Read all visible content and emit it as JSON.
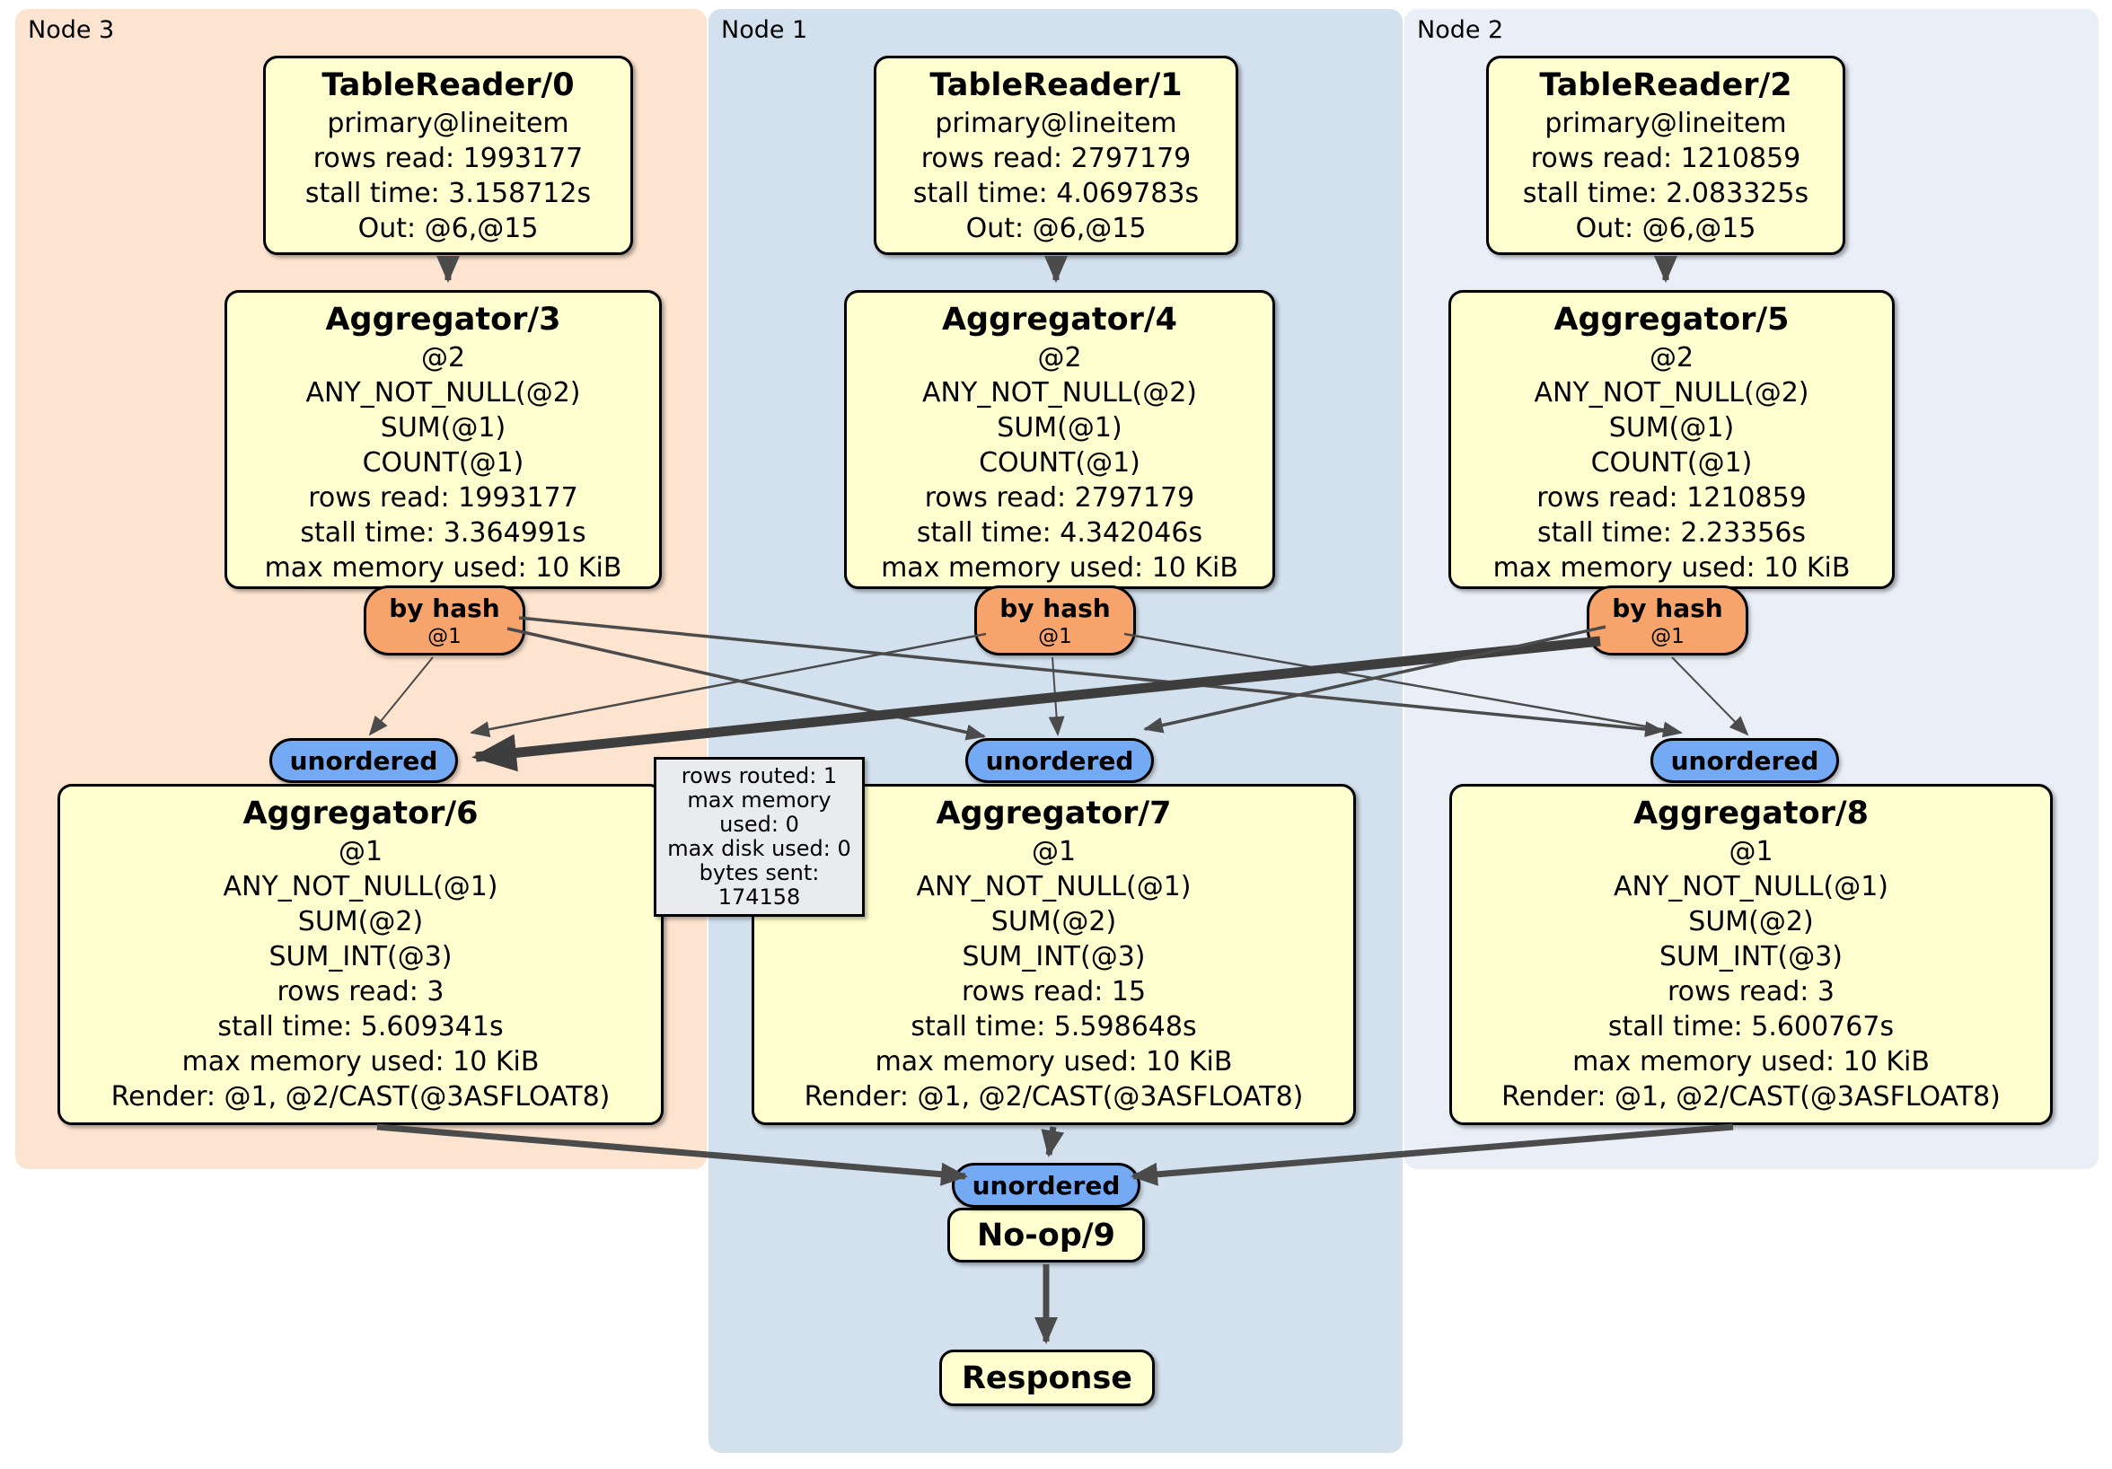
{
  "panels": [
    {
      "id": "node3",
      "label": "Node 3",
      "color": "#fde4d0"
    },
    {
      "id": "node1",
      "label": "Node 1",
      "color": "#d3e1ee"
    },
    {
      "id": "node2",
      "label": "Node 2",
      "color": "#e9eef7"
    }
  ],
  "nodes": {
    "tr0": {
      "title": "TableReader/0",
      "lines": [
        "primary@lineitem",
        "rows read: 1993177",
        "stall time: 3.158712s",
        "Out: @6,@15"
      ]
    },
    "tr1": {
      "title": "TableReader/1",
      "lines": [
        "primary@lineitem",
        "rows read: 2797179",
        "stall time: 4.069783s",
        "Out: @6,@15"
      ]
    },
    "tr2": {
      "title": "TableReader/2",
      "lines": [
        "primary@lineitem",
        "rows read: 1210859",
        "stall time: 2.083325s",
        "Out: @6,@15"
      ]
    },
    "ag3": {
      "title": "Aggregator/3",
      "lines": [
        "@2",
        "ANY_NOT_NULL(@2)",
        "SUM(@1)",
        "COUNT(@1)",
        "rows read: 1993177",
        "stall time: 3.364991s",
        "max memory used: 10 KiB"
      ]
    },
    "ag4": {
      "title": "Aggregator/4",
      "lines": [
        "@2",
        "ANY_NOT_NULL(@2)",
        "SUM(@1)",
        "COUNT(@1)",
        "rows read: 2797179",
        "stall time: 4.342046s",
        "max memory used: 10 KiB"
      ]
    },
    "ag5": {
      "title": "Aggregator/5",
      "lines": [
        "@2",
        "ANY_NOT_NULL(@2)",
        "SUM(@1)",
        "COUNT(@1)",
        "rows read: 1210859",
        "stall time: 2.23356s",
        "max memory used: 10 KiB"
      ]
    },
    "ag6": {
      "title": "Aggregator/6",
      "lines": [
        "@1",
        "ANY_NOT_NULL(@1)",
        "SUM(@2)",
        "SUM_INT(@3)",
        "rows read: 3",
        "stall time: 5.609341s",
        "max memory used: 10 KiB",
        "Render: @1, @2/CAST(@3ASFLOAT8)"
      ]
    },
    "ag7": {
      "title": "Aggregator/7",
      "lines": [
        "@1",
        "ANY_NOT_NULL(@1)",
        "SUM(@2)",
        "SUM_INT(@3)",
        "rows read: 15",
        "stall time: 5.598648s",
        "max memory used: 10 KiB",
        "Render: @1, @2/CAST(@3ASFLOAT8)"
      ]
    },
    "ag8": {
      "title": "Aggregator/8",
      "lines": [
        "@1",
        "ANY_NOT_NULL(@1)",
        "SUM(@2)",
        "SUM_INT(@3)",
        "rows read: 3",
        "stall time: 5.600767s",
        "max memory used: 10 KiB",
        "Render: @1, @2/CAST(@3ASFLOAT8)"
      ]
    },
    "noop": {
      "title": "No-op/9"
    },
    "resp": {
      "title": "Response"
    }
  },
  "routers": {
    "by_hash_label": "by hash",
    "by_hash_sub": "@1",
    "unordered_label": "unordered"
  },
  "tooltip": {
    "lines": [
      "rows routed: 1",
      "max memory used: 0",
      "max disk used: 0",
      "bytes sent: 174158"
    ]
  },
  "colors": {
    "node_box_fill": "#ffffcf",
    "by_hash_fill": "#f6a46c",
    "unordered_fill": "#74a9f4",
    "panel_node3": "#fde4d0",
    "panel_node1": "#d3e1ee",
    "panel_node2": "#e9eef7",
    "edge": "#4b4b4b",
    "tooltip_fill": "#e9ebee"
  }
}
